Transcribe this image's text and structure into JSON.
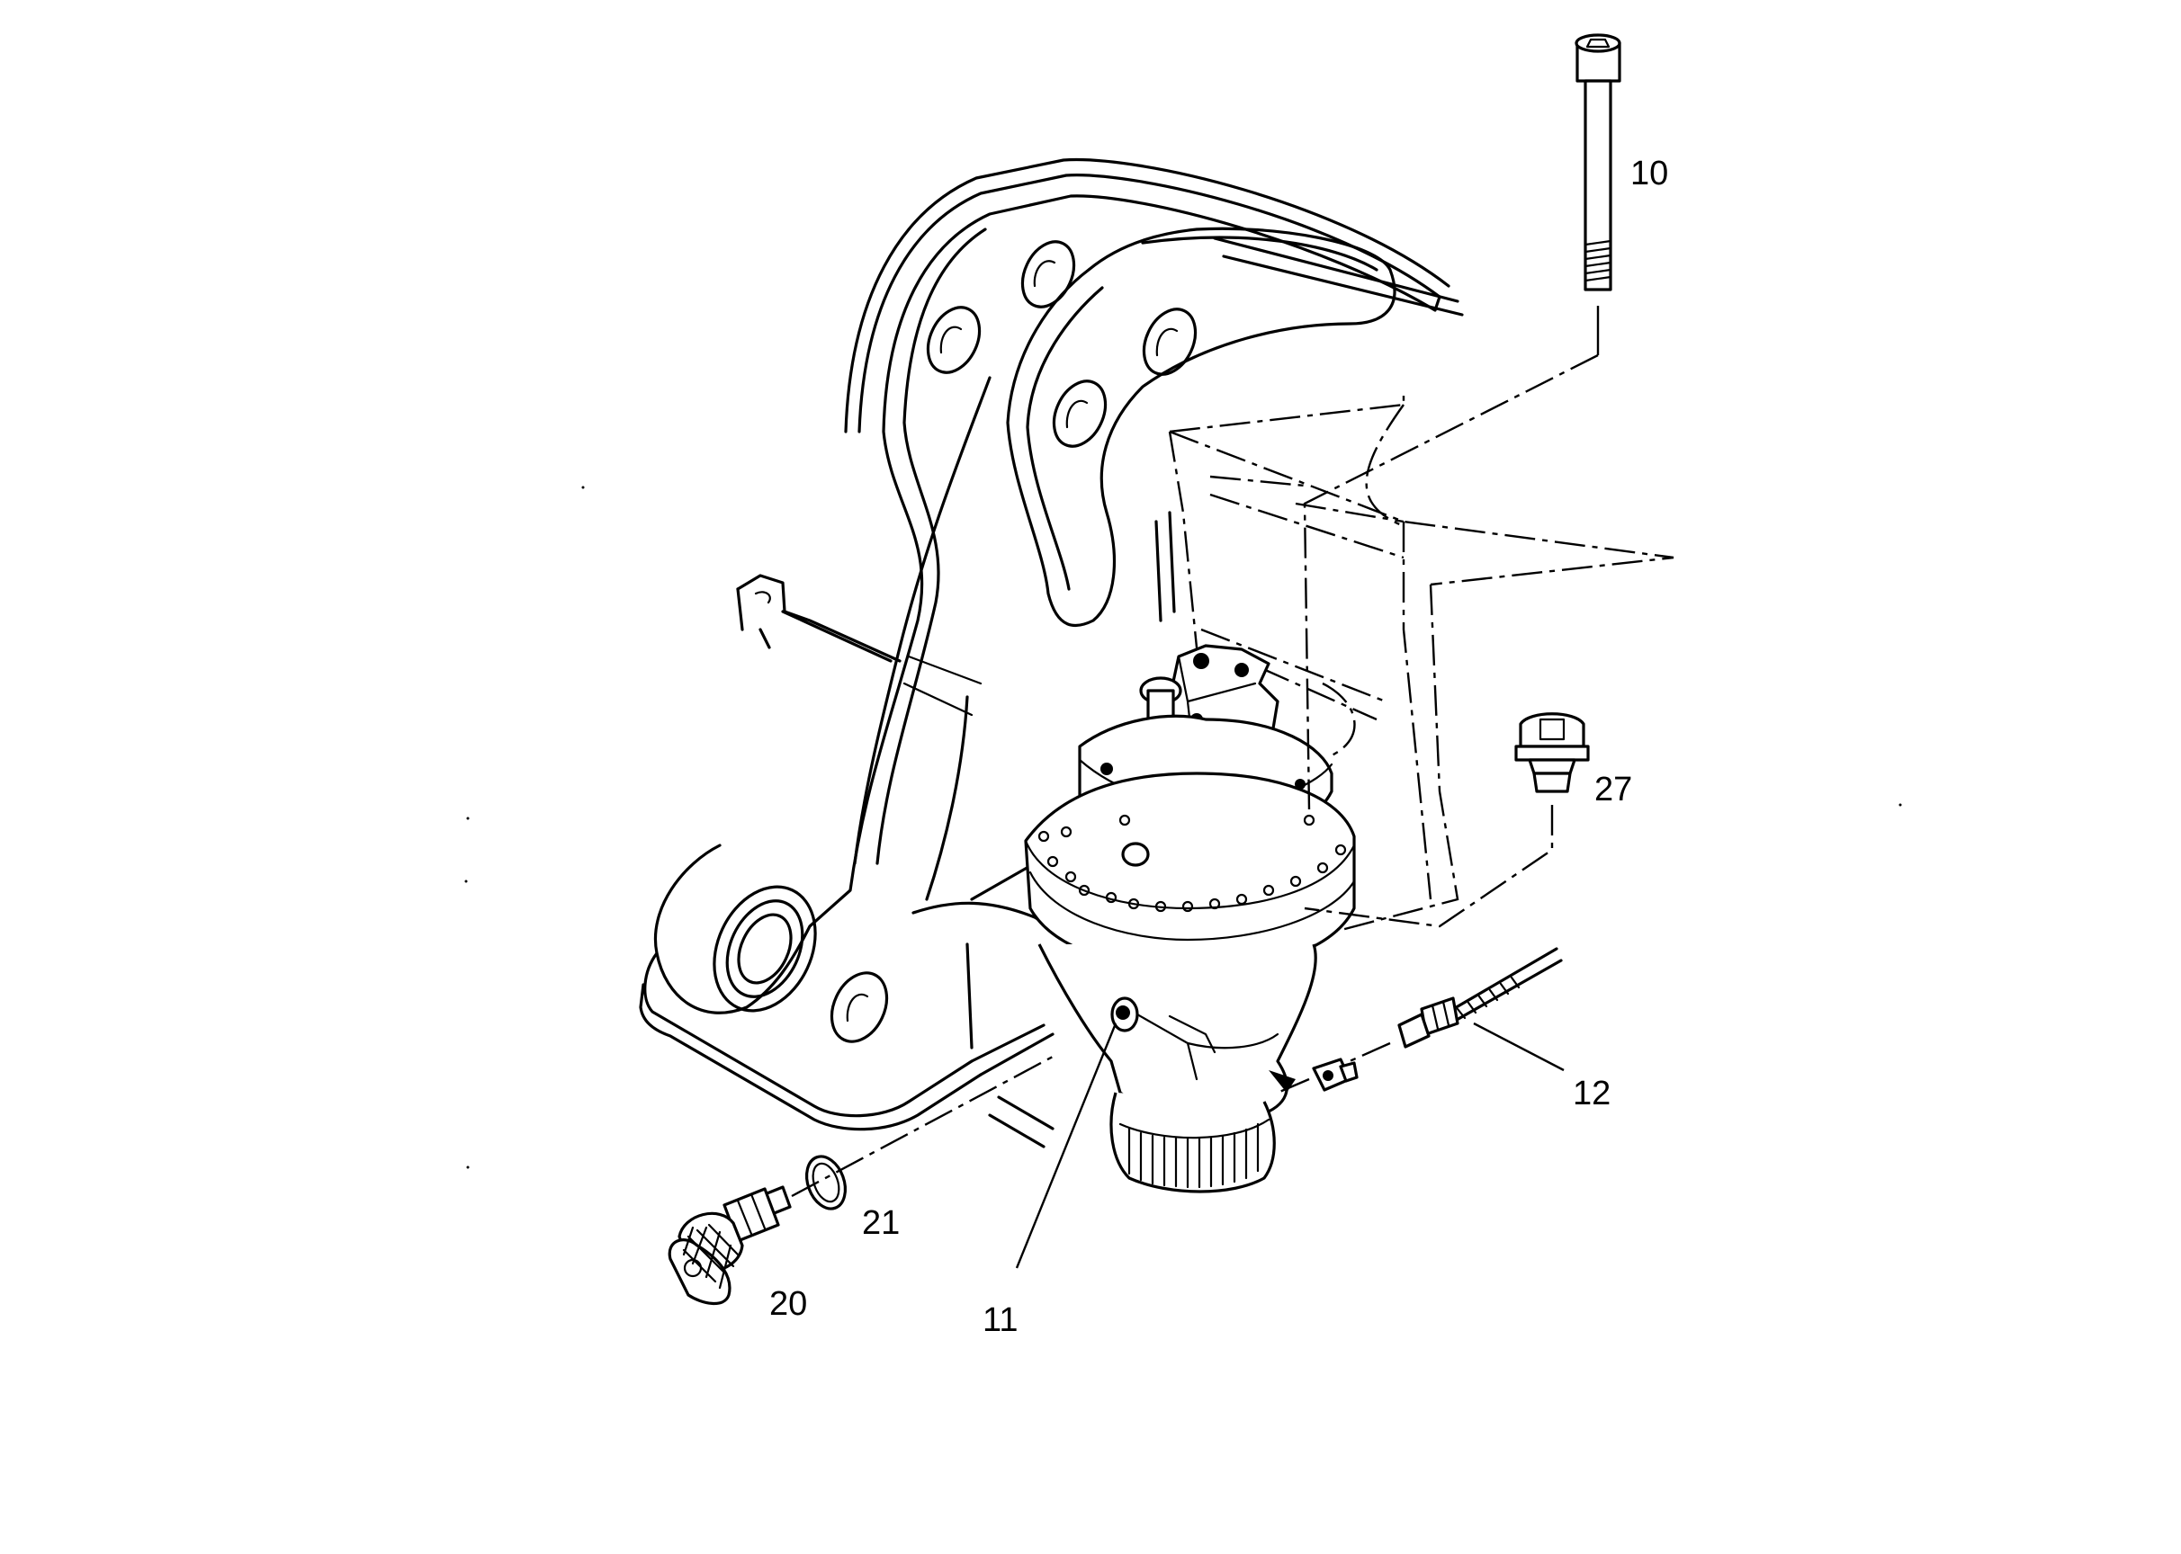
{
  "callouts": [
    {
      "id": "10",
      "text": "10"
    },
    {
      "id": "27",
      "text": "27"
    },
    {
      "id": "12",
      "text": "12"
    },
    {
      "id": "21",
      "text": "21"
    },
    {
      "id": "20",
      "text": "20"
    },
    {
      "id": "11",
      "text": "11"
    }
  ],
  "parts": {
    "bolt": "10",
    "swing-motor": "11",
    "hose": "12",
    "fitting": "20",
    "o-ring": "21",
    "plug": "27"
  },
  "line_color": "#000000",
  "background_color": "#ffffff"
}
